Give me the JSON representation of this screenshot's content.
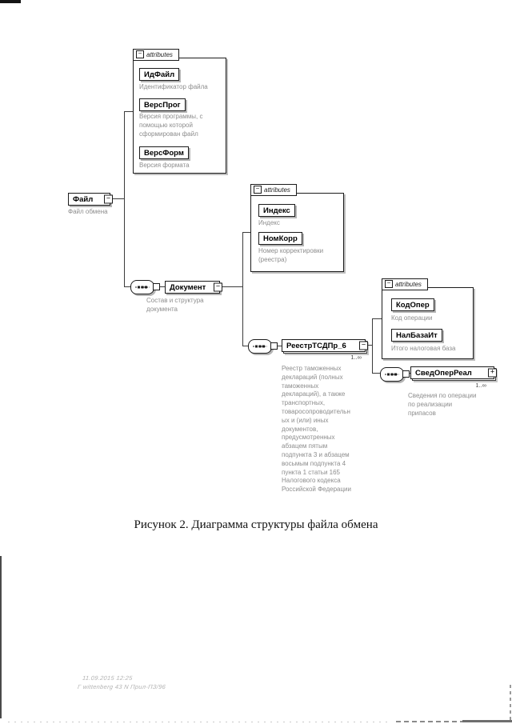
{
  "page": {
    "caption": "Рисунок 2. Диаграмма структуры файла обмена",
    "footer_line1": "11.09.2015 12:25",
    "footer_line2": "Г wittenberg 43 N Прил-ПЗ/96"
  },
  "icons": {
    "collapse_glyph": "−",
    "expand_glyph": "+"
  },
  "diagram": {
    "root": {
      "name": "Файл",
      "desc": "Файл обмена"
    },
    "file_attributes": {
      "tab_label": "attributes",
      "items": [
        {
          "name": "ИдФайл",
          "desc": "Идентификатор файла"
        },
        {
          "name": "ВерсПрог",
          "desc": "Версия программы, с\nпомощью которой\nсформирован файл"
        },
        {
          "name": "ВерсФорм",
          "desc": "Версия формата"
        }
      ]
    },
    "document": {
      "name": "Документ",
      "desc": "Состав и структура\nдокумента"
    },
    "document_attributes": {
      "tab_label": "attributes",
      "items": [
        {
          "name": "Индекс",
          "desc": "Индекс"
        },
        {
          "name": "НомКорр",
          "desc": "Номер корректировки\n(реестра)"
        }
      ]
    },
    "registry": {
      "name": "РеестрТСДПр_6",
      "cardinality": "1..∞",
      "desc": "Реестр таможенных\nдеклараций (полных\nтаможенных\nдеклараций), а также\nтранспортных,\nтоваросопроводительн\nых и (или) иных\nдокументов,\nпредусмотренных\nабзацем пятым\nподпункта 3 и абзацем\nвосьмым подпункта 4\nпункта 1 статьи 165\nНалогового кодекса\nРоссийской Федерации"
    },
    "registry_attributes": {
      "tab_label": "attributes",
      "items": [
        {
          "name": "КодОпер",
          "desc": "Код операции"
        },
        {
          "name": "НалБазаИт",
          "desc": "Итого налоговая база"
        }
      ]
    },
    "operation": {
      "name": "СведОперРеал",
      "cardinality": "1..∞",
      "desc": "Сведения по операции\nпо реализации\nприпасов"
    }
  }
}
